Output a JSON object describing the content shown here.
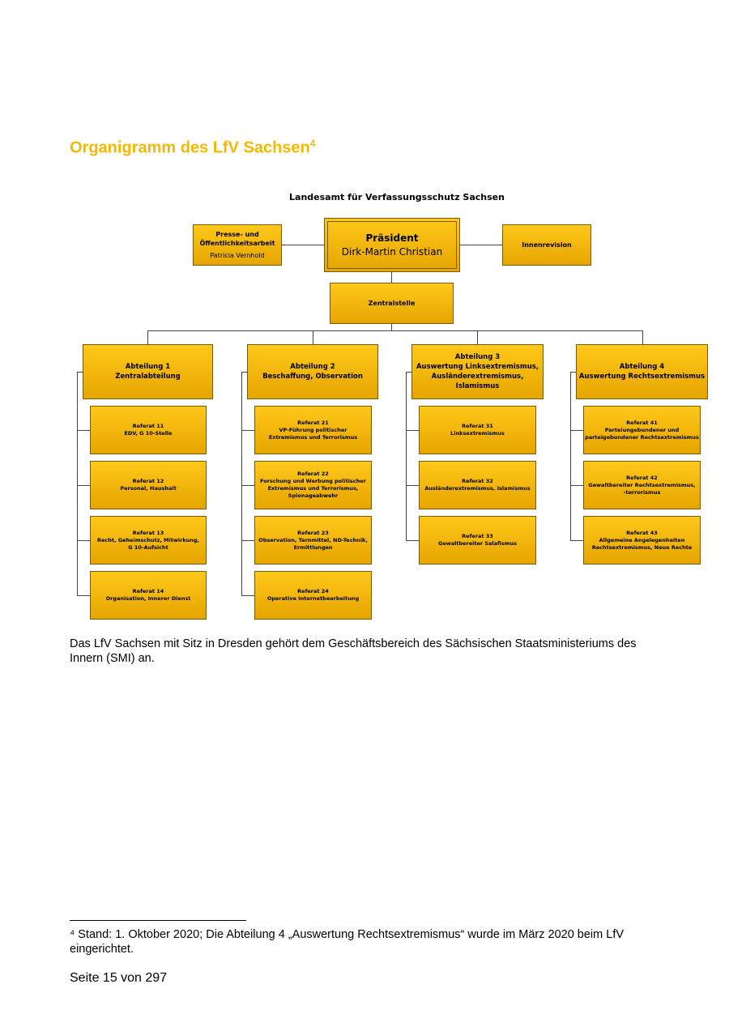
{
  "heading": {
    "text": "Organigramm des LfV Sachsen",
    "footnote_mark": "4"
  },
  "org": {
    "title": "Landesamt für Verfassungsschutz Sachsen",
    "president": {
      "role": "Präsident",
      "name": "Dirk-Martin Christian"
    },
    "press": {
      "line1": "Presse- und",
      "line2": "Öffentlichkeitsarbeit",
      "name": "Patricia Vernhold"
    },
    "audit": {
      "label": "Innenrevision"
    },
    "central": {
      "label": "Zentralstelle"
    },
    "departments": [
      {
        "title": "Abteilung 1",
        "lines": [
          "Zentralabteilung"
        ],
        "referate": [
          {
            "title": "Referat 11",
            "lines": [
              "EDV, G 10-Stelle"
            ]
          },
          {
            "title": "Referat 12",
            "lines": [
              "Personal, Haushalt"
            ]
          },
          {
            "title": "Referat 13",
            "lines": [
              "Recht, Geheimschutz, Mitwirkung,",
              "G 10-Aufsicht"
            ]
          },
          {
            "title": "Referat 14",
            "lines": [
              "Organisation, Innerer Dienst"
            ]
          }
        ]
      },
      {
        "title": "Abteilung 2",
        "lines": [
          "Beschaffung, Observation"
        ],
        "referate": [
          {
            "title": "Referat 21",
            "lines": [
              "VP-Führung politischer",
              "Extremismus und Terrorismus"
            ]
          },
          {
            "title": "Referat 22",
            "lines": [
              "Forschung und Werbung politischer",
              "Extremismus und Terrorismus,",
              "Spionageabwehr"
            ]
          },
          {
            "title": "Referat 23",
            "lines": [
              "Observation, Tarnmittel, ND-Technik,",
              "Ermittlungen"
            ]
          },
          {
            "title": "Referat 24",
            "lines": [
              "Operative Internetbearbeitung"
            ]
          }
        ]
      },
      {
        "title": "Abteilung 3",
        "lines": [
          "Auswertung Linksextremismus,",
          "Ausländerextremismus, Islamismus"
        ],
        "referate": [
          {
            "title": "Referat 31",
            "lines": [
              "Linksextremismus"
            ]
          },
          {
            "title": "Referat 32",
            "lines": [
              "Ausländerextremismus, Islamismus"
            ]
          },
          {
            "title": "Referat 33",
            "lines": [
              "Gewaltbereiter Salafismus"
            ]
          }
        ]
      },
      {
        "title": "Abteilung 4",
        "lines": [
          "Auswertung Rechtsextremismus"
        ],
        "referate": [
          {
            "title": "Referat 41",
            "lines": [
              "Parteiungebundener und",
              "parteigebundener Rechtsextremismus"
            ]
          },
          {
            "title": "Referat 42",
            "lines": [
              "Gewaltbereiter Rechtsextremismus,",
              "-terrorismus"
            ]
          },
          {
            "title": "Referat 43",
            "lines": [
              "Allgemeine Angelegenheiten",
              "Rechtsextremismus, Neue Rechte"
            ]
          }
        ]
      }
    ]
  },
  "paragraph": "Das LfV Sachsen mit Sitz in Dresden gehört dem Geschäftsbereich des Sächsischen Staatsministeriums des Innern (SMI) an.",
  "footnote": "⁴ Stand: 1. Oktober 2020; Die Abteilung 4 „Auswertung Rechtsextremismus“ wurde im März 2020 beim LfV eingerichtet.",
  "page_number": "Seite 15 von 297",
  "colors": {
    "heading": "#F5B800",
    "box_top": "#FFC81A",
    "box_bottom": "#E6A500"
  }
}
